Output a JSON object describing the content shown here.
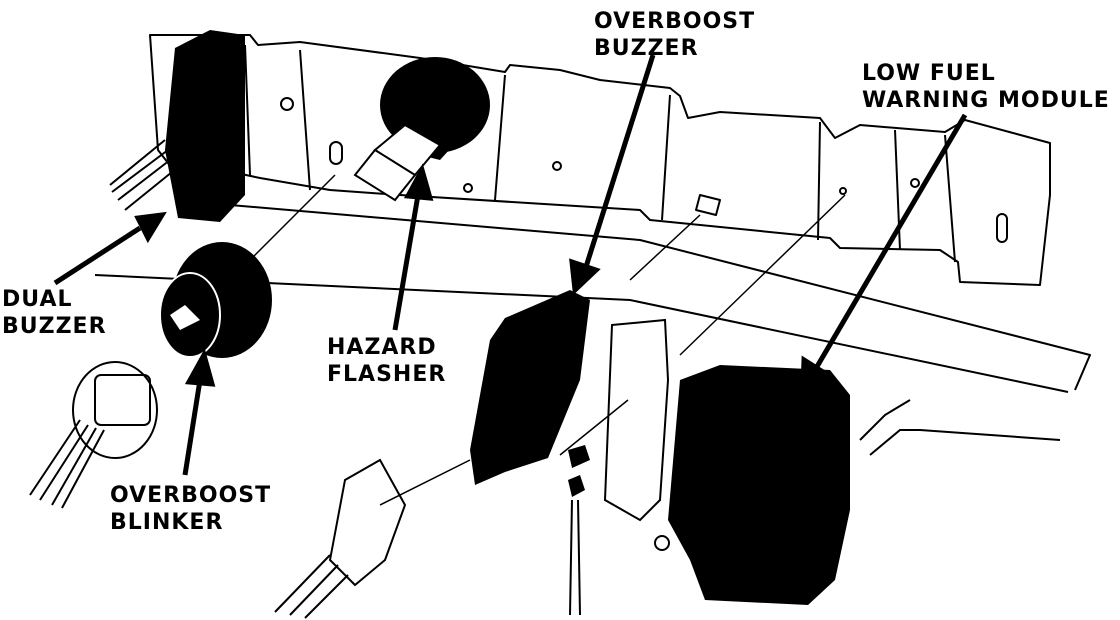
{
  "labels": {
    "overboost_buzzer": [
      "OVERBOOST",
      "BUZZER"
    ],
    "low_fuel_warning_module": [
      "LOW FUEL",
      "WARNING MODULE"
    ],
    "dual_buzzer": [
      "DUAL",
      "BUZZER"
    ],
    "hazard_flasher": [
      "HAZARD",
      "FLASHER"
    ],
    "overboost_blinker": [
      "OVERBOOST",
      "BLINKER"
    ]
  },
  "colors": {
    "ink": "#000000",
    "paper": "#ffffff"
  }
}
